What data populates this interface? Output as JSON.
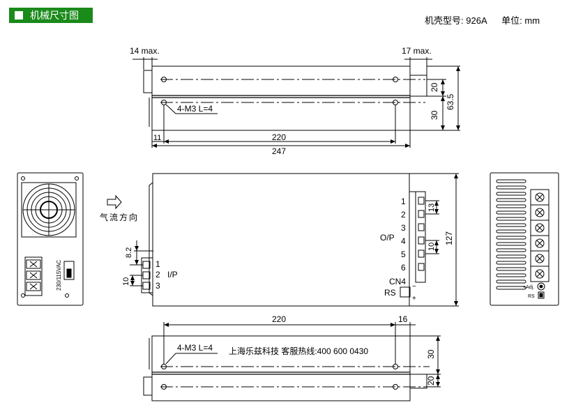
{
  "header": {
    "title": "机械尺寸图"
  },
  "meta": {
    "model_label": "机壳型号:",
    "model_value": "926A",
    "unit_label": "单位:",
    "unit_value": "mm"
  },
  "top_view": {
    "max_left": "14 max.",
    "max_right": "17 max.",
    "dim_20": "20",
    "dim_30": "30",
    "dim_63_5": "63.5",
    "screw_note": "4-M3 L=4",
    "dim_11": "11",
    "dim_220": "220",
    "dim_247": "247"
  },
  "front_view": {
    "airflow": "气流方向",
    "dim_8_2": "8.2",
    "dim_10": "10",
    "ip_label": "I/P",
    "ip_pins": [
      "1",
      "2",
      "3"
    ],
    "op_pins": [
      "1",
      "2",
      "3",
      "4",
      "5",
      "6"
    ],
    "op_label": "O/P",
    "dim_13": "13",
    "dim_10_op": "10",
    "dim_127": "127",
    "cn4": "CN4",
    "rs": "RS",
    "minus": "−",
    "plus": "+"
  },
  "left_side": {
    "voltage_label": "230/115VAC"
  },
  "right_side": {
    "adj_label": "+Adj.",
    "rs_label": "RS"
  },
  "bottom_view": {
    "dim_220": "220",
    "dim_16": "16",
    "screw_note": "4-M3 L=4",
    "contact": "上海乐兹科技 客服热线:400 600 0430",
    "dim_30": "30",
    "dim_20": "20"
  }
}
